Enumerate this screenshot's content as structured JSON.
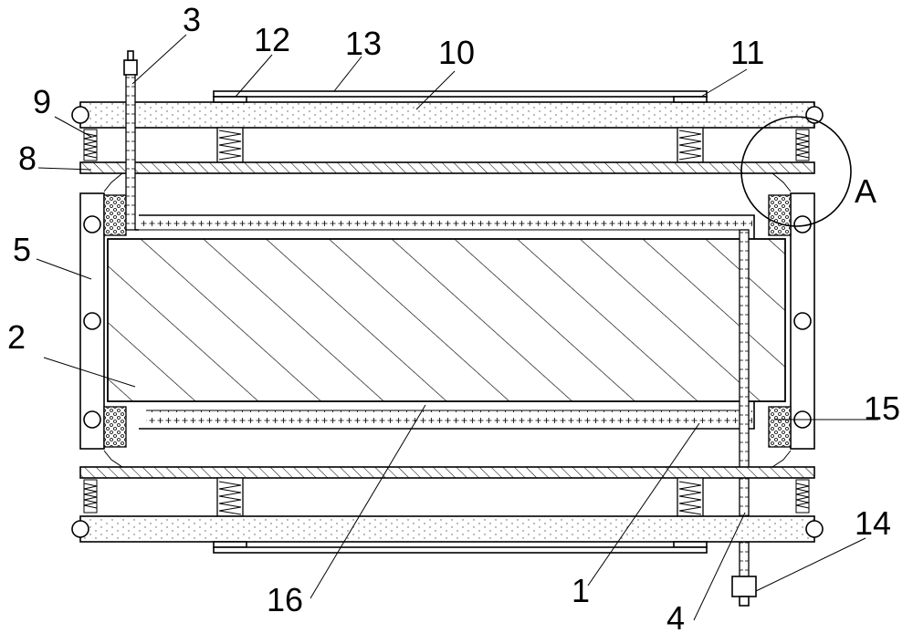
{
  "labels": {
    "l1": "1",
    "l2": "2",
    "l3": "3",
    "l4": "4",
    "l5": "5",
    "l8": "8",
    "l9": "9",
    "l10": "10",
    "l11": "11",
    "l12": "12",
    "l13": "13",
    "l14": "14",
    "l15": "15",
    "l16": "16",
    "lA": "A"
  }
}
